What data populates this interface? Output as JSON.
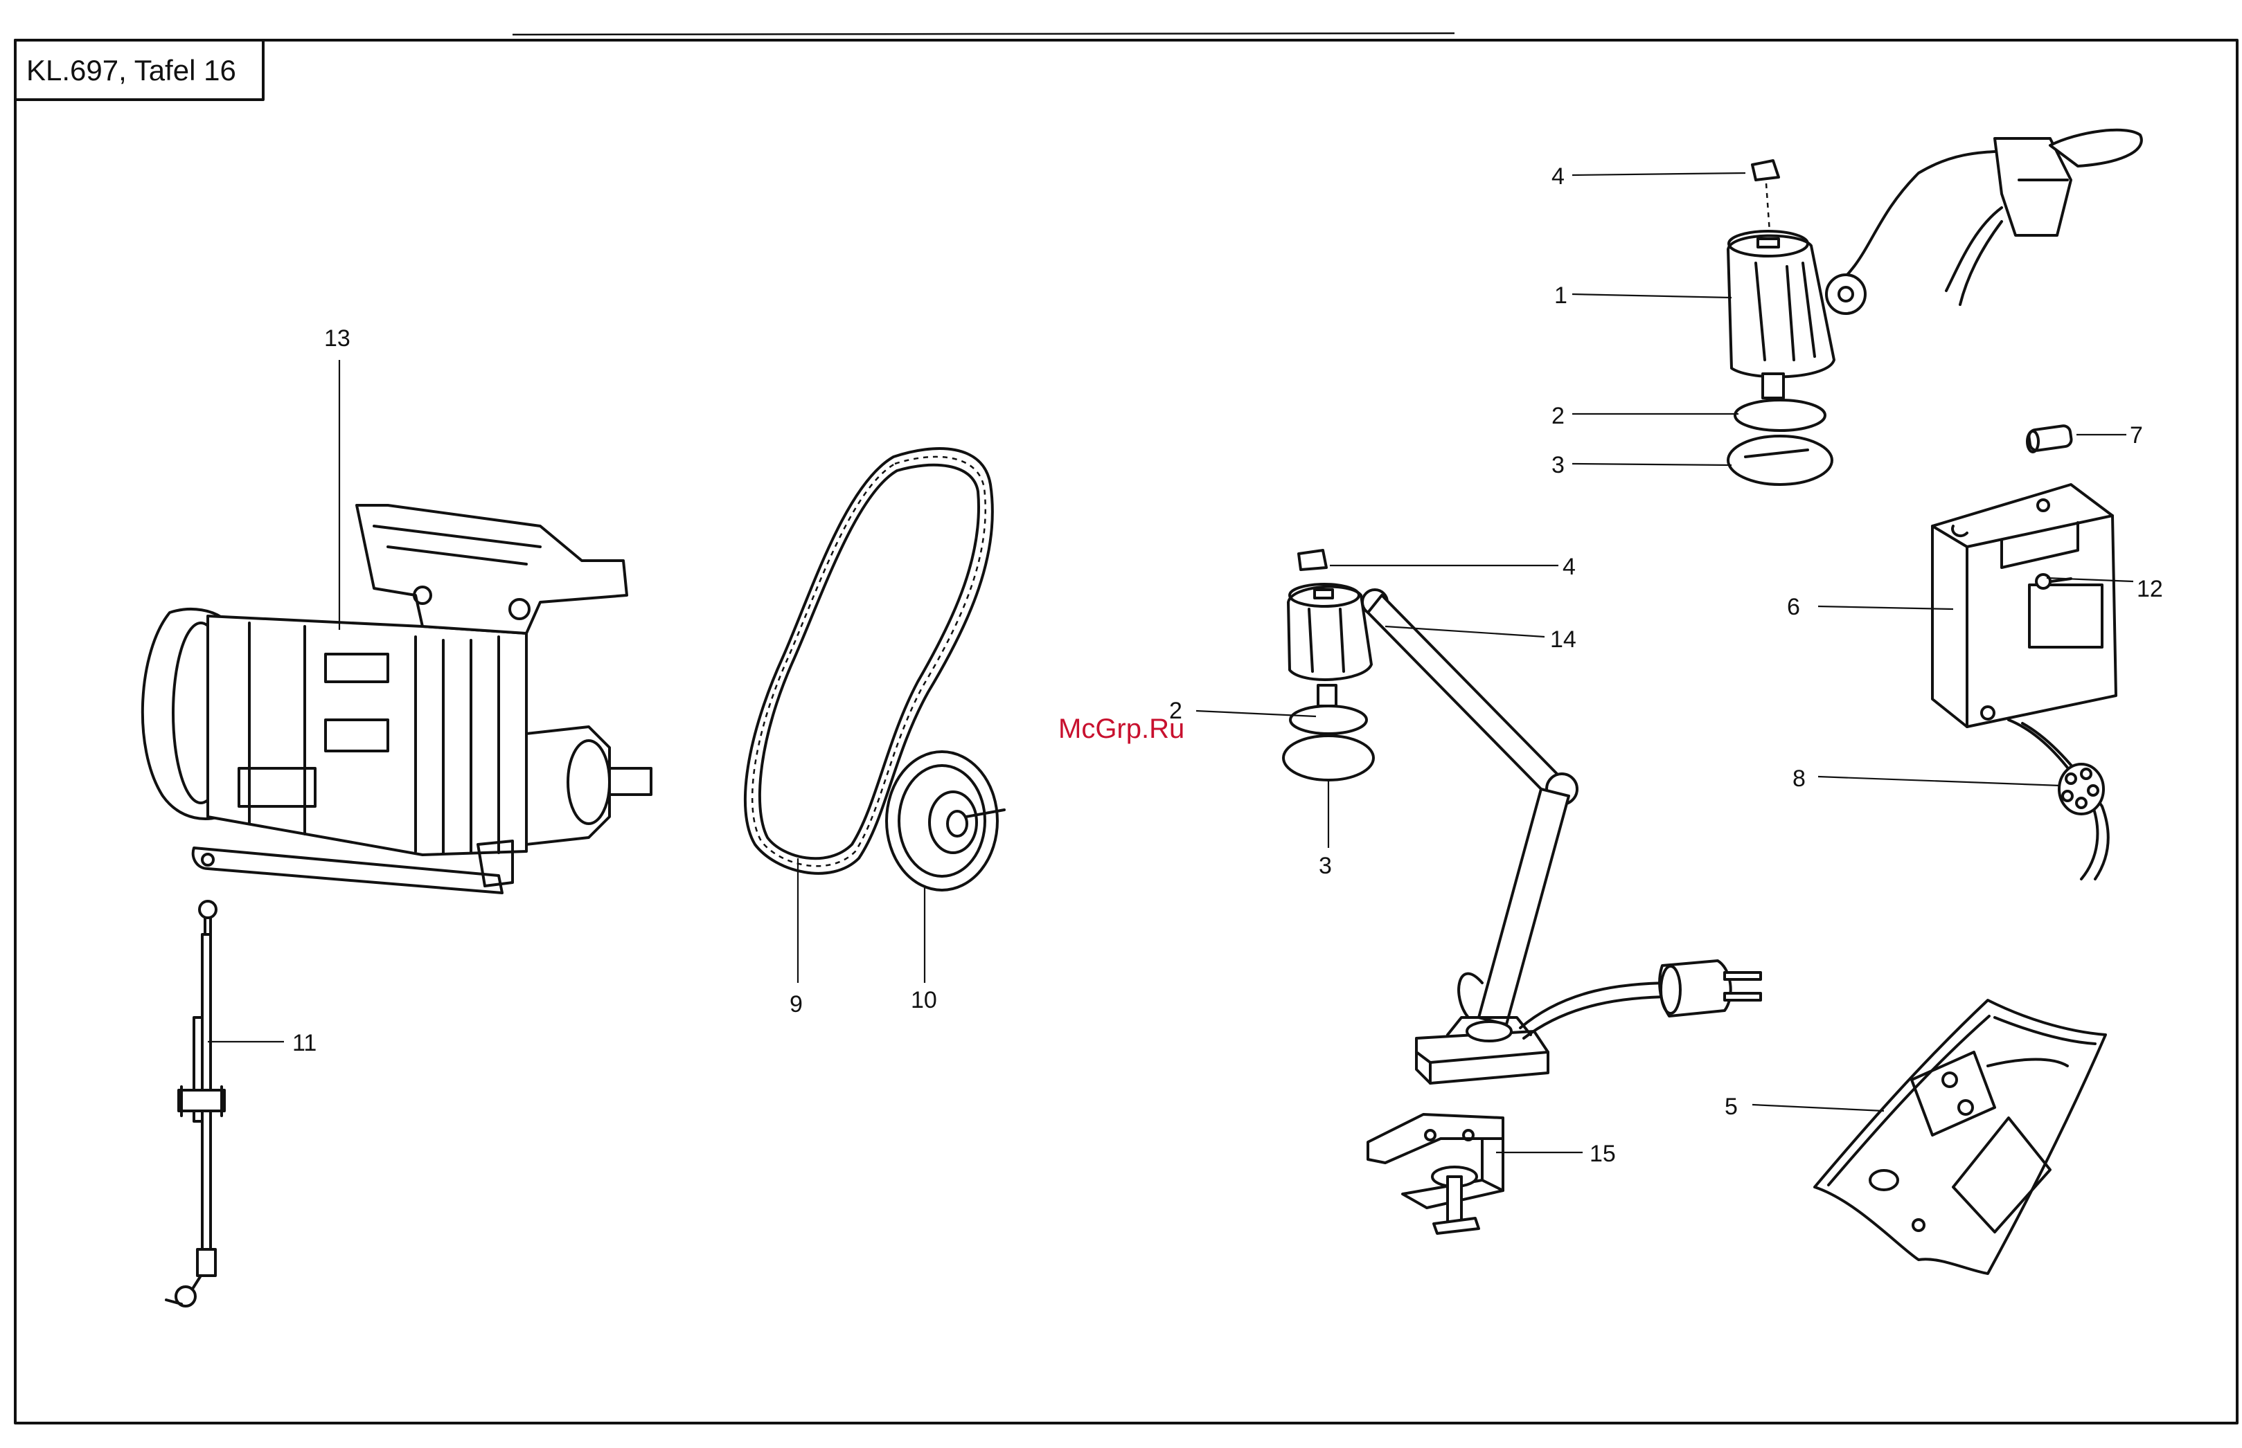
{
  "title": "KL.697, Tafel 16",
  "watermark": "McGrp.Ru",
  "callouts": {
    "c1": "1",
    "c2a": "2",
    "c2b": "2",
    "c3a": "3",
    "c3b": "3",
    "c4a": "4",
    "c4b": "4",
    "c5": "5",
    "c6": "6",
    "c7": "7",
    "c8": "8",
    "c9": "9",
    "c10": "10",
    "c11": "11",
    "c12": "12",
    "c13": "13",
    "c14": "14",
    "c15": "15"
  }
}
